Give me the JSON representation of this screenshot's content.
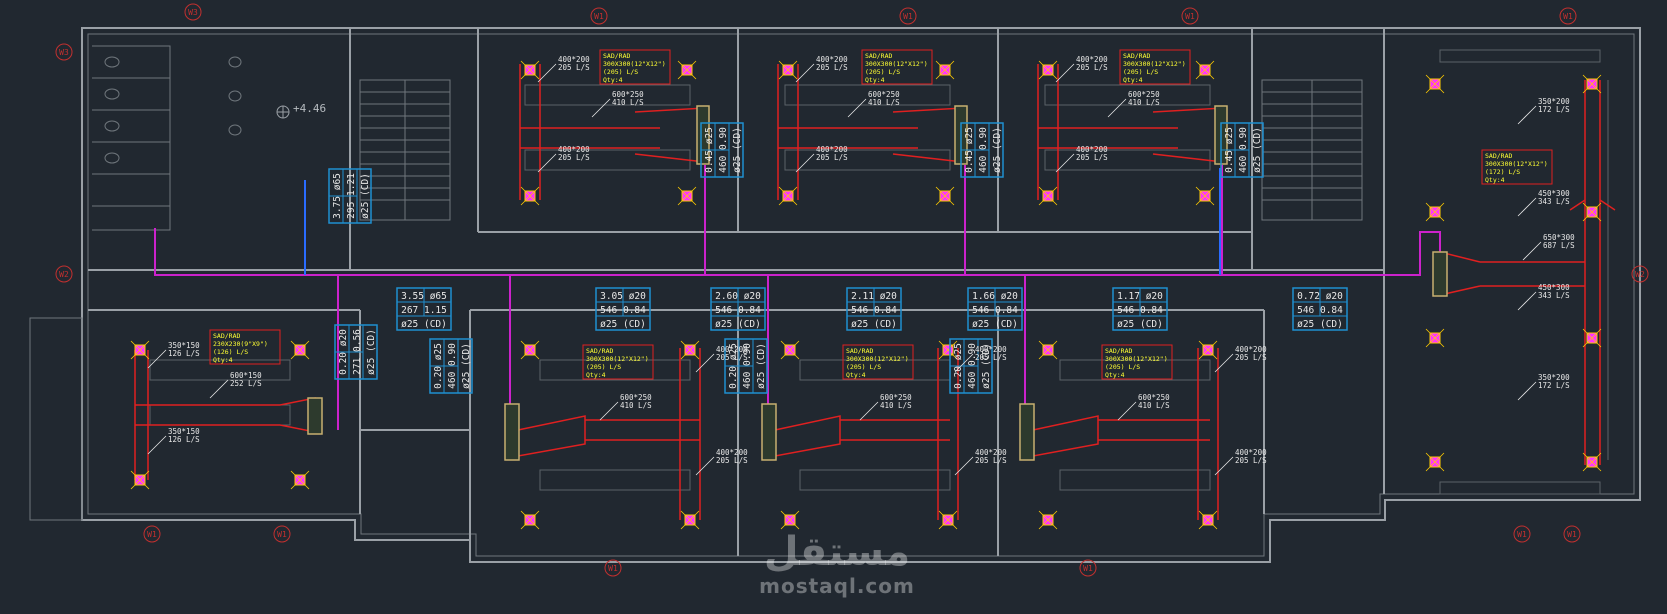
{
  "colors": {
    "background": "#212830",
    "wall": "#9aa0a6",
    "duct": "#e02020",
    "pipe": "#cc22cc",
    "label_box": "#1f8fd0",
    "callout": "#ffff33",
    "grille": "#ff33ff",
    "unit": "#33dd33"
  },
  "level_mark": "+4.46",
  "axis_labels": [
    {
      "id": "w3-top",
      "text": "W3"
    },
    {
      "id": "w1-t1",
      "text": "W1"
    },
    {
      "id": "w1-t2",
      "text": "W1"
    },
    {
      "id": "w1-t3",
      "text": "W1"
    },
    {
      "id": "w1-t4",
      "text": "W1"
    },
    {
      "id": "w3-left",
      "text": "W3"
    },
    {
      "id": "w2-left",
      "text": "W2"
    },
    {
      "id": "w2-right",
      "text": "W2"
    },
    {
      "id": "w1-b1",
      "text": "W1"
    },
    {
      "id": "w1-b2",
      "text": "W1"
    },
    {
      "id": "w1-b3",
      "text": "W1"
    },
    {
      "id": "w1-b4",
      "text": "W1"
    },
    {
      "id": "w1-b5",
      "text": "W1"
    },
    {
      "id": "w1-b6",
      "text": "W1"
    }
  ],
  "pipe_tags": [
    {
      "id": "h1",
      "rows": [
        "3.55 | ø65",
        "267 | 1.15",
        "ø25 (CD)"
      ]
    },
    {
      "id": "h2",
      "rows": [
        "3.05 | ø20",
        "546 | 0.84",
        "ø25 (CD)"
      ]
    },
    {
      "id": "h3",
      "rows": [
        "2.60 | ø20",
        "546 | 0.84",
        "ø25 (CD)"
      ]
    },
    {
      "id": "h4",
      "rows": [
        "2.11 | ø20",
        "546 | 0.84",
        "ø25 (CD)"
      ]
    },
    {
      "id": "h5",
      "rows": [
        "1.66 | ø20",
        "546 | 0.84",
        "ø25 (CD)"
      ]
    },
    {
      "id": "h6",
      "rows": [
        "1.17 | ø20",
        "546 | 0.84",
        "ø25 (CD)"
      ]
    },
    {
      "id": "h7",
      "rows": [
        "0.72 | ø20",
        "546 | 0.84",
        "ø25 (CD)"
      ]
    },
    {
      "id": "v1",
      "rows": [
        "3.75 | ø65",
        "295 | 1.21",
        "ø25 (CD)"
      ]
    },
    {
      "id": "v2",
      "rows": [
        "0.45 | ø25",
        "460 | 0.90",
        "ø25 (CD)"
      ]
    },
    {
      "id": "v3",
      "rows": [
        "0.45 | ø25",
        "460 | 0.90",
        "ø25 (CD)"
      ]
    },
    {
      "id": "v4",
      "rows": [
        "0.45 | ø25",
        "460 | 0.90",
        "ø25 (CD)"
      ]
    },
    {
      "id": "v5",
      "rows": [
        "0.20 | ø20",
        "271 | 0.56",
        "ø25 (CD)"
      ]
    },
    {
      "id": "v6",
      "rows": [
        "0.20 | ø25",
        "460 | 0.90",
        "ø25 (CD)"
      ]
    },
    {
      "id": "v7",
      "rows": [
        "0.20 | ø25",
        "460 | 0.90",
        "ø25 (CD)"
      ]
    },
    {
      "id": "v8",
      "rows": [
        "0.20 | ø25",
        "460 | 0.90",
        "ø25 (CD)"
      ]
    }
  ],
  "sad_boxes": [
    {
      "id": "s1",
      "lines": [
        "SAD/RAD",
        "300X300(12\"X12\")",
        "(205) L/S",
        "Qty:4"
      ]
    },
    {
      "id": "s2",
      "lines": [
        "SAD/RAD",
        "300X300(12\"X12\")",
        "(205) L/S",
        "Qty:4"
      ]
    },
    {
      "id": "s3",
      "lines": [
        "SAD/RAD",
        "300X300(12\"X12\")",
        "(205) L/S",
        "Qty:4"
      ]
    },
    {
      "id": "s4",
      "lines": [
        "SAD/RAD",
        "300X300(12\"X12\")",
        "(172) L/S",
        "Qty:4"
      ]
    },
    {
      "id": "s5",
      "lines": [
        "SAD/RAD",
        "230X230(9\"X9\")",
        "(126) L/S",
        "Qty:4"
      ]
    },
    {
      "id": "s6",
      "lines": [
        "SAD/RAD",
        "300X300(12\"X12\")",
        "(205) L/S",
        "Qty:4"
      ]
    },
    {
      "id": "s7",
      "lines": [
        "SAD/RAD",
        "300X300(12\"X12\")",
        "(205) L/S",
        "Qty:4"
      ]
    },
    {
      "id": "s8",
      "lines": [
        "SAD/RAD",
        "300X300(12\"X12\")",
        "(205) L/S",
        "Qty:4"
      ]
    }
  ],
  "duct_notes": [
    {
      "id": "d1",
      "size": "400*200",
      "flow": "205 L/S"
    },
    {
      "id": "d2",
      "size": "600*250",
      "flow": "410 L/S"
    },
    {
      "id": "d3",
      "size": "400*200",
      "flow": "205 L/S"
    },
    {
      "id": "d4",
      "size": "400*200",
      "flow": "205 L/S"
    },
    {
      "id": "d5",
      "size": "600*250",
      "flow": "410 L/S"
    },
    {
      "id": "d6",
      "size": "400*200",
      "flow": "205 L/S"
    },
    {
      "id": "d7",
      "size": "400*200",
      "flow": "205 L/S"
    },
    {
      "id": "d8",
      "size": "600*250",
      "flow": "410 L/S"
    },
    {
      "id": "d9",
      "size": "400*200",
      "flow": "205 L/S"
    },
    {
      "id": "d10",
      "size": "350*200",
      "flow": "172 L/S"
    },
    {
      "id": "d11",
      "size": "450*300",
      "flow": "343 L/S"
    },
    {
      "id": "d12",
      "size": "650*300",
      "flow": "687 L/S"
    },
    {
      "id": "d13",
      "size": "450*300",
      "flow": "343 L/S"
    },
    {
      "id": "d14",
      "size": "350*200",
      "flow": "172 L/S"
    },
    {
      "id": "d15",
      "size": "350*150",
      "flow": "126 L/S"
    },
    {
      "id": "d16",
      "size": "600*150",
      "flow": "252 L/S"
    },
    {
      "id": "d17",
      "size": "350*150",
      "flow": "126 L/S"
    },
    {
      "id": "d18",
      "size": "400*200",
      "flow": "205 L/S"
    },
    {
      "id": "d19",
      "size": "600*250",
      "flow": "410 L/S"
    },
    {
      "id": "d20",
      "size": "400*200",
      "flow": "205 L/S"
    },
    {
      "id": "d21",
      "size": "400*200",
      "flow": "205 L/S"
    },
    {
      "id": "d22",
      "size": "600*250",
      "flow": "410 L/S"
    },
    {
      "id": "d23",
      "size": "400*200",
      "flow": "205 L/S"
    },
    {
      "id": "d24",
      "size": "400*200",
      "flow": "205 L/S"
    },
    {
      "id": "d25",
      "size": "600*250",
      "flow": "410 L/S"
    },
    {
      "id": "d26",
      "size": "400*200",
      "flow": "205 L/S"
    }
  ],
  "watermark": {
    "arabic": "مستقل",
    "latin": "mostaql.com"
  }
}
